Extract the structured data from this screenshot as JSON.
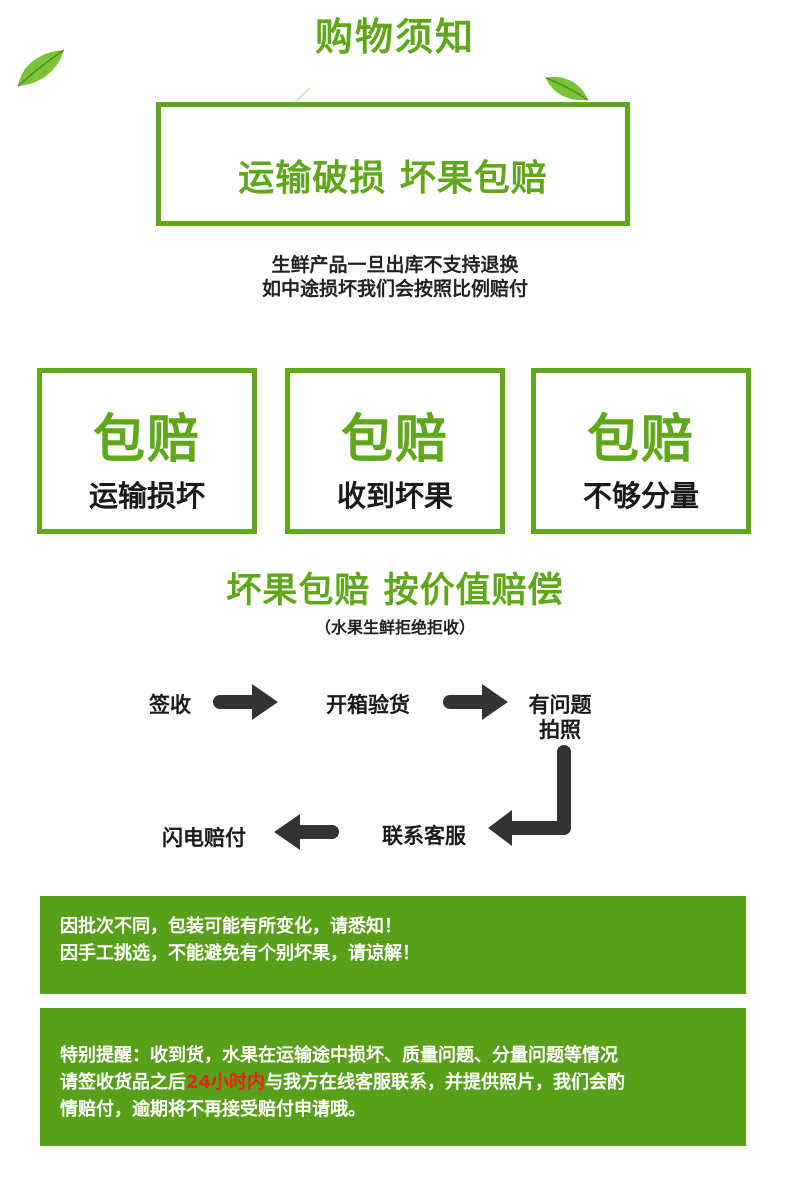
{
  "page": {
    "title": "购物须知"
  },
  "colors": {
    "green": "#5ea81a",
    "banner_green": "#59a01a",
    "arrow": "#333333",
    "highlight_red": "#e8261a"
  },
  "main_box": {
    "text": "运输破损 坏果包赔"
  },
  "notice": {
    "line1": "生鲜产品一旦出库不支持退换",
    "line2": "如中途损坏我们会按照比例赔付"
  },
  "cards": [
    {
      "big": "包赔",
      "small": "运输损坏"
    },
    {
      "big": "包赔",
      "small": "收到坏果"
    },
    {
      "big": "包赔",
      "small": "不够分量"
    }
  ],
  "headline": {
    "text": "坏果包赔 按价值赔偿",
    "sub": "（水果生鲜拒绝拒收）"
  },
  "flow": {
    "step1": "签收",
    "step2": "开箱验货",
    "step3_line1": "有问题",
    "step3_line2": "拍照",
    "step4": "联系客服",
    "step5": "闪电赔付"
  },
  "banner1": {
    "line1": "因批次不同，包装可能有所变化，请悉知！",
    "line2": "因手工挑选，不能避免有个别坏果，请谅解！"
  },
  "banner2": {
    "line1": "特别提醒：收到货，水果在运输途中损坏、质量问题、分量问题等情况",
    "line2_before": "请签收货品之后",
    "line2_highlight": "24小时内",
    "line2_after": "与我方在线客服联系，并提供照片，我们会酌",
    "line3": "情赔付，逾期将不再接受赔付申请哦。"
  }
}
